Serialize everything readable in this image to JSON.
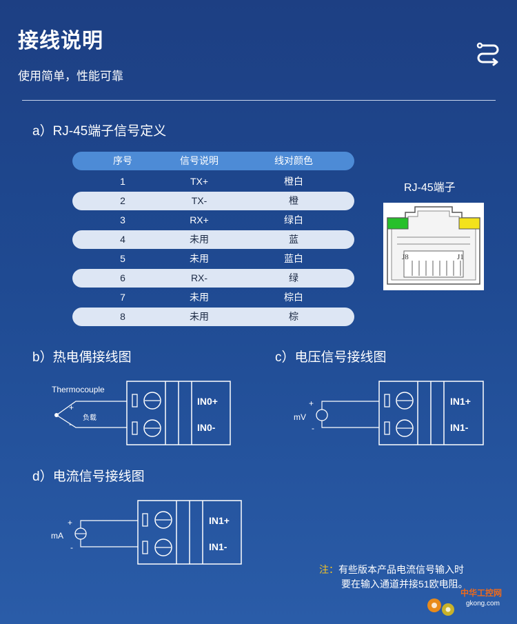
{
  "header": {
    "title": "接线说明",
    "subtitle": "使用简单，性能可靠"
  },
  "section_a": {
    "label": "a）RJ-45端子信号定义",
    "table": {
      "headers": [
        "序号",
        "信号说明",
        "线对颜色"
      ],
      "rows": [
        [
          "1",
          "TX+",
          "橙白"
        ],
        [
          "2",
          "TX-",
          "橙"
        ],
        [
          "3",
          "RX+",
          "绿白"
        ],
        [
          "4",
          "未用",
          "蓝"
        ],
        [
          "5",
          "未用",
          "蓝白"
        ],
        [
          "6",
          "RX-",
          "绿"
        ],
        [
          "7",
          "未用",
          "棕白"
        ],
        [
          "8",
          "未用",
          "棕"
        ]
      ]
    },
    "connector": {
      "label": "RJ-45端子",
      "left_mark": "J8",
      "right_mark": "J1",
      "led_left_color": "#27c02a",
      "led_right_color": "#f3e21c"
    }
  },
  "section_b": {
    "label": "b）热电偶接线图",
    "sensor": "Thermocouple",
    "plus": "+",
    "minus": "-",
    "load": "负载",
    "terminals": [
      "IN0+",
      "IN0-"
    ]
  },
  "section_c": {
    "label": "c）电压信号接线图",
    "source": "mV",
    "plus": "+",
    "minus": "-",
    "terminals": [
      "IN1+",
      "IN1-"
    ]
  },
  "section_d": {
    "label": "d）电流信号接线图",
    "source": "mA",
    "plus": "+",
    "minus": "-",
    "terminals": [
      "IN1+",
      "IN1-"
    ]
  },
  "note": {
    "tag": "注：",
    "line1": "有些版本产品电流信号输入时",
    "line2": "要在输入通道并接51欧电阻。"
  },
  "watermark": {
    "text": "中华工控网",
    "url": "gkong.com"
  },
  "colors": {
    "accent": "#4d8bd6",
    "row_shade": "#dde6f4",
    "note_tag": "#f3c326"
  }
}
